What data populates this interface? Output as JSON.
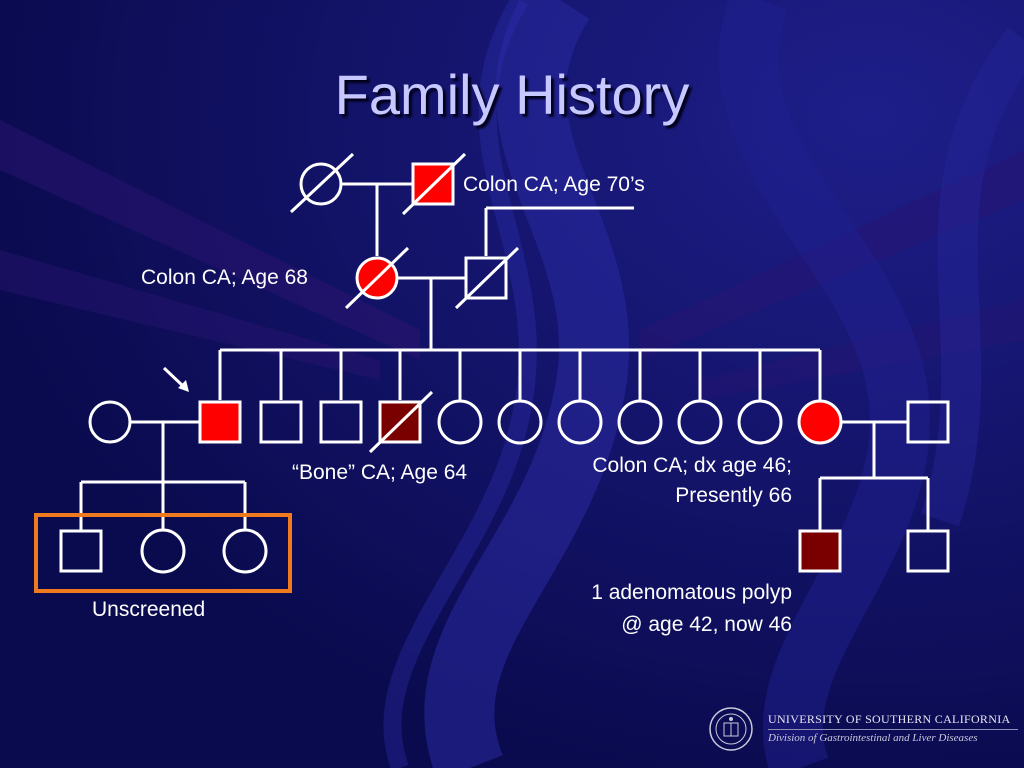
{
  "slide": {
    "title": "Family History",
    "colors": {
      "background": "#0b0b52",
      "affected": "#ff0000",
      "affected_dark": "#7a0000",
      "outline": "#ffffff",
      "highlight_box": "#f07a1e",
      "title": "#c6c8ff"
    }
  },
  "labels": {
    "grandfather": "Colon CA; Age 70’s",
    "mother": "Colon CA; Age 68",
    "brother_bone": "“Bone” CA; Age 64",
    "sister_line1": "Colon CA; dx age 46;",
    "sister_line2": "Presently 66",
    "nephew_line1": "1 adenomatous polyp",
    "nephew_line2": "@ age 42, now 46",
    "unscreened": "Unscreened"
  },
  "footer": {
    "university": "UNIVERSITY OF SOUTHERN CALIFORNIA",
    "division": "Division of Gastrointestinal and Liver Diseases"
  },
  "pedigree": {
    "proband_arrow": "proband-arrow-icon",
    "unscreened_group": [
      "son",
      "daughter",
      "daughter"
    ]
  }
}
